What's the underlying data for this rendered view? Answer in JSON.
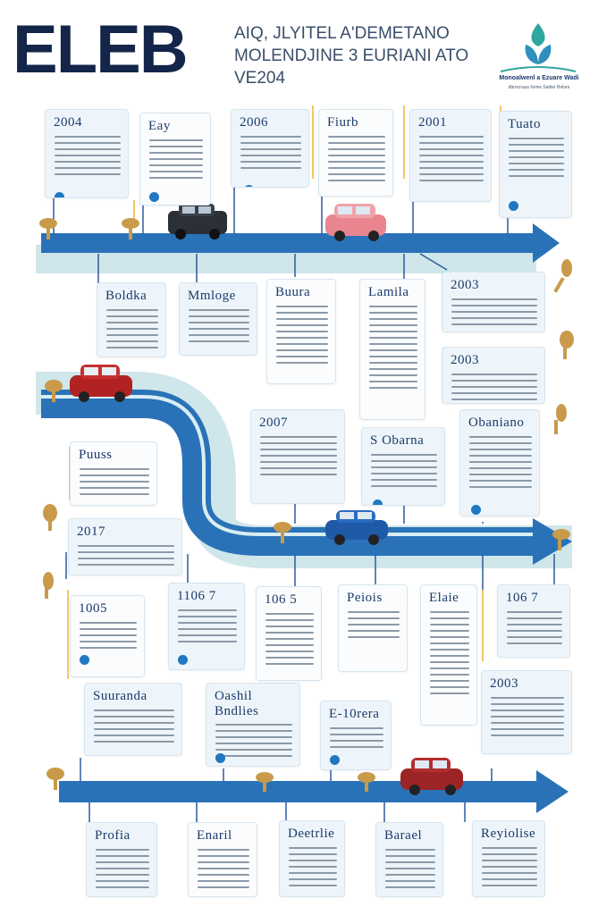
{
  "header": {
    "title": "ELEB",
    "line1": "AIQ, JLYITEL A'DEMETANO",
    "line2": "MOLENDJINE 3 EURIANI ATO",
    "line3": "VE204",
    "logo_caption": "Monoalwenl a Ezuare Wadi",
    "logo_subcaption": "dbrocnaus ilsmw Sattier Bolum"
  },
  "colors": {
    "road": "#2a72b8",
    "road_dark": "#1f5d9e",
    "accent": "#1f78c1",
    "card_bg": "#eef5fa",
    "teal_logo": "#2fa6a0"
  },
  "icons": [
    "car-icon",
    "pushpin-icon",
    "mushroom-pin-icon",
    "logo-leaf-icon",
    "arrow-head-icon"
  ],
  "cards": [
    {
      "id": "c1",
      "title": "2004"
    },
    {
      "id": "c2",
      "title": "Eay"
    },
    {
      "id": "c3",
      "title": "2006"
    },
    {
      "id": "c4",
      "title": "Fiurb"
    },
    {
      "id": "c5",
      "title": "2001"
    },
    {
      "id": "c6",
      "title": "Tuato"
    },
    {
      "id": "c7",
      "title": "Boldka"
    },
    {
      "id": "c8",
      "title": "Mmloge"
    },
    {
      "id": "c9",
      "title": "Buura"
    },
    {
      "id": "c10",
      "title": "Lamila"
    },
    {
      "id": "c11",
      "title": "2003"
    },
    {
      "id": "c12",
      "title": "2003"
    },
    {
      "id": "c13",
      "title": "2007"
    },
    {
      "id": "c14",
      "title": "S Obarna"
    },
    {
      "id": "c15",
      "title": "Obaniano"
    },
    {
      "id": "c16",
      "title": "Puuss"
    },
    {
      "id": "c17",
      "title": "2017"
    },
    {
      "id": "c18",
      "title": "1005"
    },
    {
      "id": "c19",
      "title": "1106 7"
    },
    {
      "id": "c20",
      "title": "106 5"
    },
    {
      "id": "c21",
      "title": "Peiois"
    },
    {
      "id": "c22",
      "title": "Elaie"
    },
    {
      "id": "c23",
      "title": "106 7"
    },
    {
      "id": "c24",
      "title": "2003"
    },
    {
      "id": "c25",
      "title": "Suuranda"
    },
    {
      "id": "c26",
      "title": "Oashil Bndlies"
    },
    {
      "id": "c27",
      "title": "E-10rera"
    },
    {
      "id": "c28",
      "title": "Profia"
    },
    {
      "id": "c29",
      "title": "Enaril"
    },
    {
      "id": "c30",
      "title": "Deetrlie"
    },
    {
      "id": "c31",
      "title": "Barael"
    },
    {
      "id": "c32",
      "title": "Reyiolise"
    }
  ]
}
